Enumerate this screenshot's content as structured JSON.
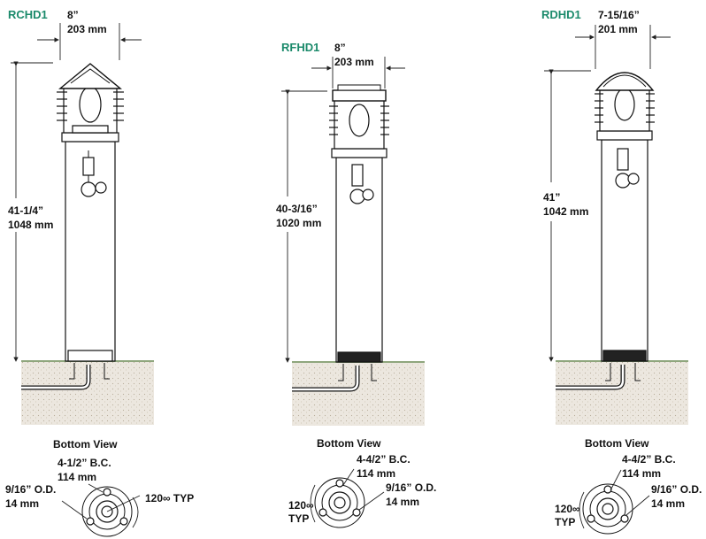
{
  "colors": {
    "model": "#1b8a6b",
    "ink": "#111111",
    "soil": "#e8e3da",
    "grass": "#9bb58a"
  },
  "fixtures": [
    {
      "model": "RCHD1",
      "width_in": "8”",
      "width_mm": "203 mm",
      "height_in": "41-1/4”",
      "height_mm": "1048 mm",
      "bottom_view_title": "Bottom View",
      "bc_in": "4-1/2” B.C.",
      "bc_mm": "114 mm",
      "od_in": "9/16” O.D.",
      "od_mm": "14 mm",
      "typ_angle": "120∞ TYP",
      "typ_word": ""
    },
    {
      "model": "RFHD1",
      "width_in": "8”",
      "width_mm": "203 mm",
      "height_in": "40-3/16”",
      "height_mm": "1020 mm",
      "bottom_view_title": "Bottom View",
      "bc_in": "4-4/2” B.C.",
      "bc_mm": "114 mm",
      "od_in": "9/16” O.D.",
      "od_mm": "14 mm",
      "typ_angle": "120∞",
      "typ_word": "TYP"
    },
    {
      "model": "RDHD1",
      "width_in": "7-15/16”",
      "width_mm": "201 mm",
      "height_in": "41”",
      "height_mm": "1042 mm",
      "bottom_view_title": "Bottom View",
      "bc_in": "4-4/2” B.C.",
      "bc_mm": "114 mm",
      "od_in": "9/16” O.D.",
      "od_mm": "14 mm",
      "typ_angle": "120∞",
      "typ_word": "TYP"
    }
  ]
}
